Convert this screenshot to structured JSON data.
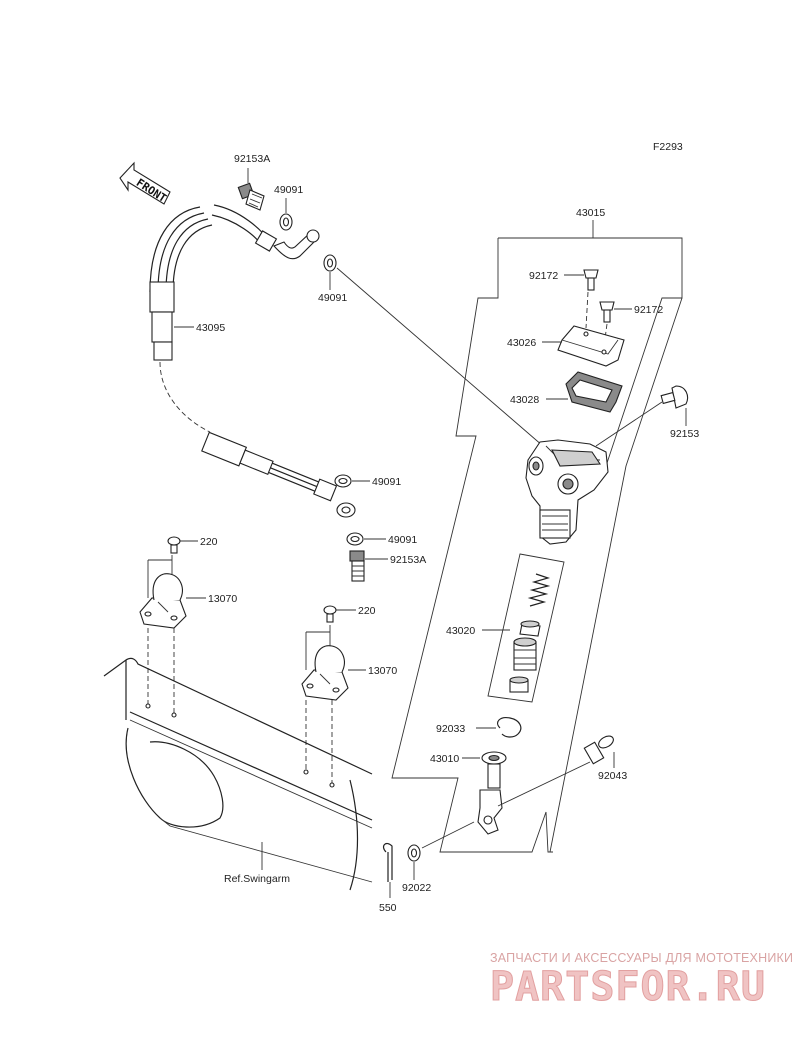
{
  "diagram_code": "F2293",
  "front_label": "FRONT",
  "parts": {
    "p43015": "43015",
    "p92153a_top": "92153A",
    "p49091_a": "49091",
    "p49091_b": "49091",
    "p43095": "43095",
    "p92172_a": "92172",
    "p92172_b": "92172",
    "p43026": "43026",
    "p43028": "43028",
    "p92153": "92153",
    "p49091_c": "49091",
    "p49091_d": "49091",
    "p92153a_bottom": "92153A",
    "p220_a": "220",
    "p13070_a": "13070",
    "p220_b": "220",
    "p13070_b": "13070",
    "p43020": "43020",
    "p92033": "92033",
    "p43010": "43010",
    "p92043": "92043",
    "p92022": "92022",
    "p550": "550",
    "ref_swingarm": "Ref.Swingarm"
  },
  "watermark": {
    "tagline": "ЗАПЧАСТИ И АКСЕССУАРЫ ДЛЯ МОТОТЕХНИКИ",
    "site": "PARTSFOR.RU"
  }
}
